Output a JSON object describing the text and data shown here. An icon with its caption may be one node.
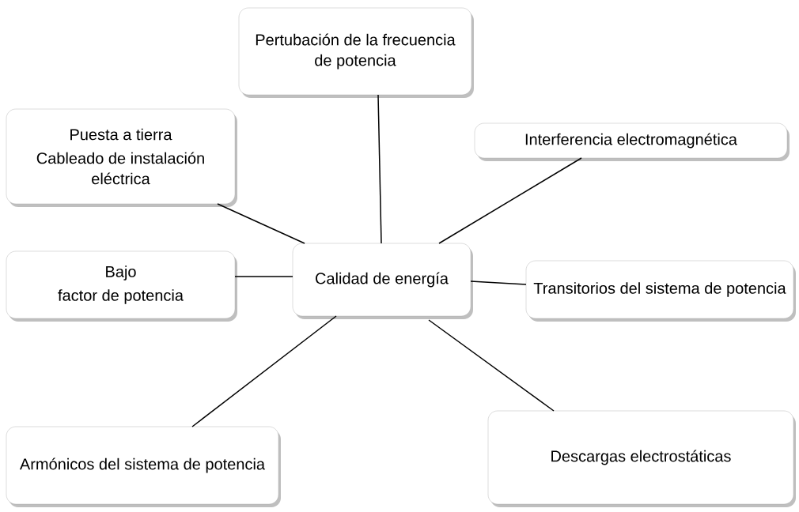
{
  "diagram": {
    "nodes": [
      {
        "text": [
          "Calidad de energía"
        ]
      },
      {
        "text": [
          "Pertubación de la frecuencia de potencia"
        ]
      },
      {
        "text": [
          "Puesta a tierra",
          "Cableado de instalación eléctrica"
        ]
      },
      {
        "text": [
          "Interferencia electromagnética"
        ]
      },
      {
        "text": [
          "Bajo",
          "factor de potencia"
        ]
      },
      {
        "text": [
          "Transitorios del sistema de potencia"
        ]
      },
      {
        "text": [
          "Armónicos del sistema de potencia"
        ]
      },
      {
        "text": [
          "Descargas electrostáticas"
        ]
      }
    ],
    "edges": [
      {
        "from": 0,
        "to": 1,
        "arrow": "none"
      },
      {
        "from": 0,
        "to": 2,
        "arrow": "none"
      },
      {
        "from": 0,
        "to": 3,
        "arrow": "none"
      },
      {
        "from": 0,
        "to": 4,
        "arrow": "none"
      },
      {
        "from": 0,
        "to": 5,
        "arrow": "none"
      },
      {
        "from": 0,
        "to": 6,
        "arrow": "none"
      },
      {
        "from": 0,
        "to": 7,
        "arrow": "none"
      }
    ]
  }
}
